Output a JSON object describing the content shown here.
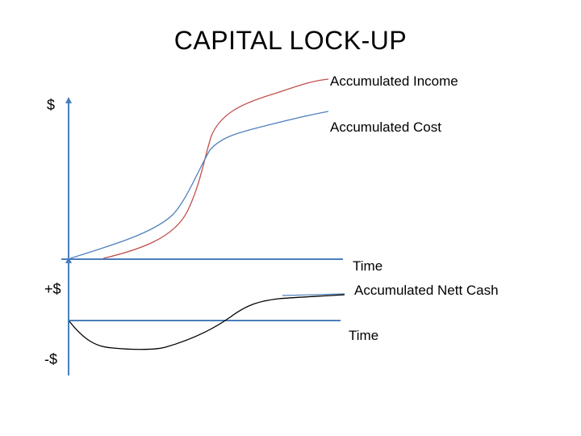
{
  "title": "CAPITAL LOCK-UP",
  "upper_chart": {
    "y_axis_label": "$",
    "x_axis_label": "Time",
    "series": [
      {
        "name": "Accumulated Income",
        "color": "#c0504d"
      },
      {
        "name": "Accumulated Cost",
        "color": "#4f81bd"
      }
    ]
  },
  "lower_chart": {
    "y_axis_positive_label": "+$",
    "y_axis_negative_label": "-$",
    "x_axis_label": "Time",
    "series": [
      {
        "name": "Accumulated Nett Cash",
        "color": "#000000"
      }
    ]
  },
  "colors": {
    "axis": "#4a7ebb",
    "income": "#c0504d",
    "cost": "#4f81bd",
    "nett_cash": "#000000",
    "leader_line": "#4a7ebb"
  }
}
